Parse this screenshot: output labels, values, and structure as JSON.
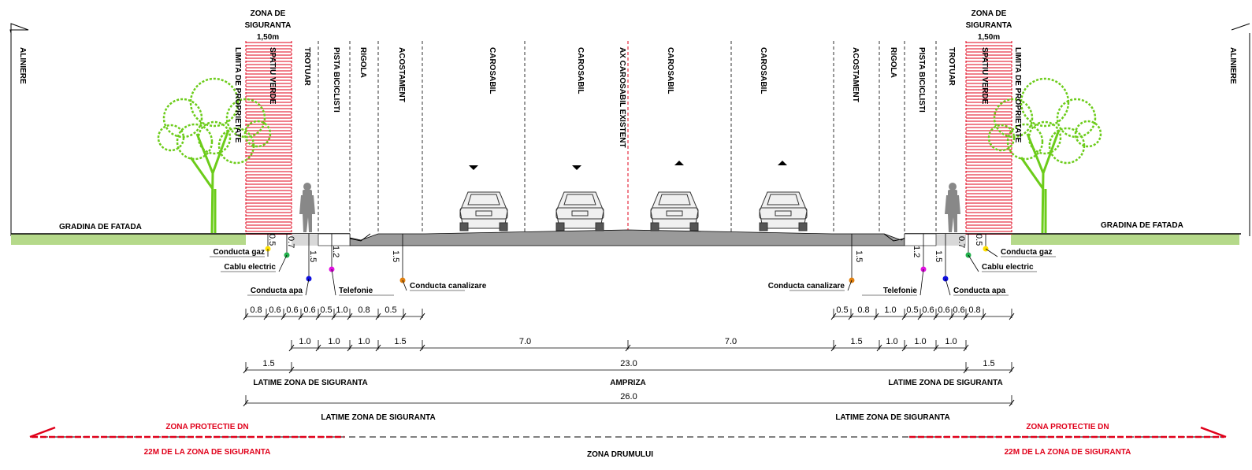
{
  "labels": {
    "zona_de": "ZONA DE",
    "siguranta": "SIGURANTA",
    "width_150": "1,50m",
    "alniere": "ALINIERE",
    "limita_proprietate": "LIMITA DE PROPRIETATE",
    "spatiu_verde": "SPATIU VERDE",
    "trotuar": "TROTUAR",
    "pista_biciclisti": "PISTA BICICLISTI",
    "rigola": "RIGOLA",
    "acostament": "ACOSTAMENT",
    "carosabil": "CAROSABIL",
    "ax_carosabil": "AX CAROSABIL EXISTENT",
    "gradina_fatada": "GRADINA DE FATADA",
    "conducta_gaz": "Conducta gaz",
    "cablu_electric": "Cablu electric",
    "conducta_apa": "Conducta apa",
    "telefonie": "Telefonie",
    "conducta_canalizare": "Conducta canalizare",
    "latime_zona": "LATIME ZONA DE SIGURANTA",
    "ampriza": "AMPRIZA",
    "zona_protectie": "ZONA PROTECTIE DN",
    "zona_22m": "22M DE LA ZONA DE SIGURANTA",
    "zona_drumului": "ZONA DRUMULUI"
  },
  "depths": {
    "gaz": "0.5",
    "electric": "0.7",
    "apa": "1.5",
    "telefonie": "1.2",
    "canalizare": "1.5"
  },
  "dims": {
    "row1_left": [
      "0.8",
      "0.6",
      "0.6",
      "0.6",
      "0.5",
      "1.0",
      "0.8",
      "0.5"
    ],
    "row1_right": [
      "0.5",
      "0.8",
      "1.0",
      "0.5",
      "0.6",
      "0.6",
      "0.6",
      "0.8"
    ],
    "row2": [
      "1.0",
      "1.0",
      "1.0",
      "1.5",
      "7.0",
      "7.0",
      "1.5",
      "1.0",
      "1.0",
      "1.0"
    ],
    "row3": [
      "1.5",
      "23.0",
      "1.5"
    ],
    "row4": "26.0"
  },
  "colors": {
    "red": "#e0001a",
    "grass": "#b5d98a",
    "road": "#9a9a9a",
    "tree": "#6ccc1a"
  }
}
